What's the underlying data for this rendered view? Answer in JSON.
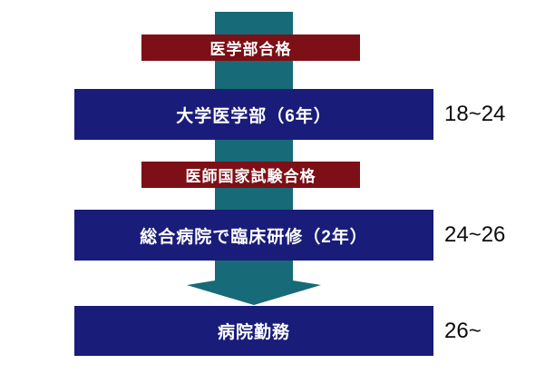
{
  "diagram": {
    "description": "medical-career-timeline-flow",
    "colors": {
      "background": "#ffffff",
      "arrow_teal": "#176a77",
      "stage_navy": "#191c78",
      "milestone_maroon": "#7d1016",
      "box_text": "#ffffff",
      "age_text": "#0c0c0c"
    },
    "steps": [
      {
        "type": "milestone",
        "label": "医学部合格"
      },
      {
        "type": "stage",
        "label": "大学医学部（6年）",
        "age": "18~24"
      },
      {
        "type": "milestone",
        "label": "医師国家試験合格"
      },
      {
        "type": "stage",
        "label": "総合病院で臨床研修（2年）",
        "age": "24~26"
      },
      {
        "type": "stage",
        "label": "病院勤務",
        "age": "26~"
      }
    ]
  }
}
